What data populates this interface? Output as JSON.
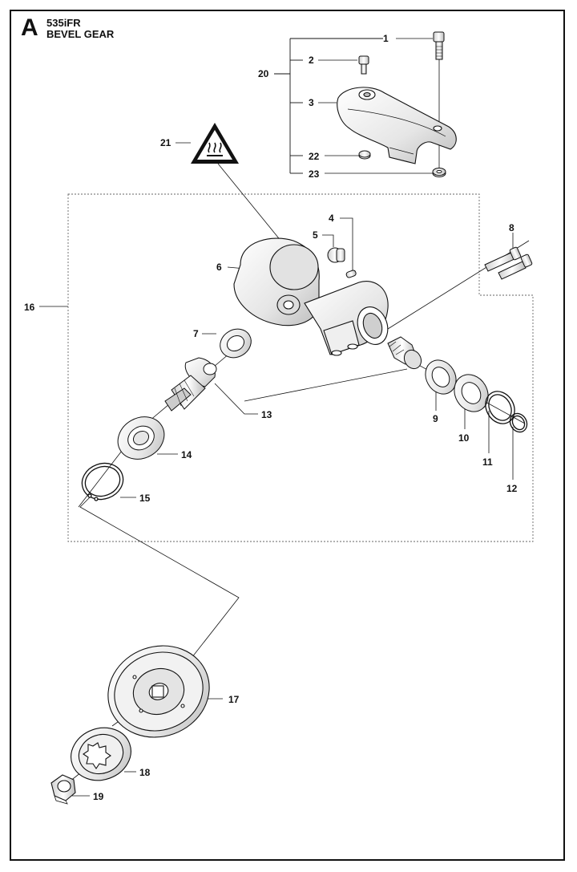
{
  "header": {
    "section_letter": "A",
    "model": "535iFR",
    "title": "BEVEL GEAR"
  },
  "callouts": [
    {
      "id": "c1",
      "label": "1"
    },
    {
      "id": "c2",
      "label": "2"
    },
    {
      "id": "c3",
      "label": "3"
    },
    {
      "id": "c4",
      "label": "4"
    },
    {
      "id": "c5",
      "label": "5"
    },
    {
      "id": "c6",
      "label": "6"
    },
    {
      "id": "c7",
      "label": "7"
    },
    {
      "id": "c8",
      "label": "8"
    },
    {
      "id": "c9",
      "label": "9"
    },
    {
      "id": "c10",
      "label": "10"
    },
    {
      "id": "c11",
      "label": "11"
    },
    {
      "id": "c12",
      "label": "12"
    },
    {
      "id": "c13",
      "label": "13"
    },
    {
      "id": "c14",
      "label": "14"
    },
    {
      "id": "c15",
      "label": "15"
    },
    {
      "id": "c16",
      "label": "16"
    },
    {
      "id": "c17",
      "label": "17"
    },
    {
      "id": "c18",
      "label": "18"
    },
    {
      "id": "c19",
      "label": "19"
    },
    {
      "id": "c20",
      "label": "20"
    },
    {
      "id": "c21",
      "label": "21"
    },
    {
      "id": "c22",
      "label": "22"
    },
    {
      "id": "c23",
      "label": "23"
    }
  ],
  "icons": {
    "warning": "hot-surface-warning-icon"
  },
  "colors": {
    "line": "#111111",
    "part_fill": "#ffffff",
    "part_shade": "#d8d8d8"
  }
}
